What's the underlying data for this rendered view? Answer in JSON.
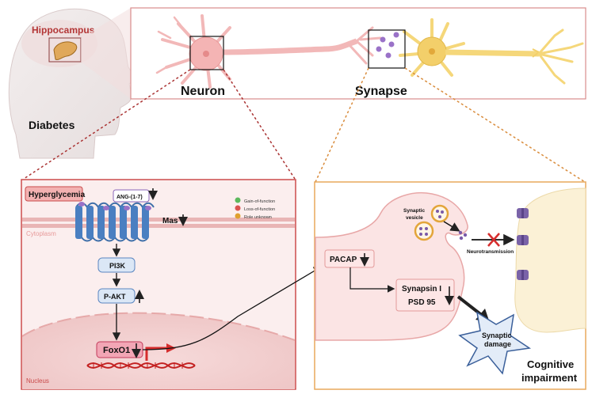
{
  "labels": {
    "hippocampus": "Hippocampus",
    "diabetes": "Diabetes",
    "neuron": "Neuron",
    "synapse": "Synapse",
    "hyperglycemia": "Hyperglycemia",
    "ang": "ANG-(1-7)",
    "mas": "Mas",
    "cytoplasm": "Cytoplasm",
    "nucleus": "Nucleus",
    "pi3k": "PI3K",
    "pakt": "P-AKT",
    "foxo1": "FoxO1",
    "pacap": "PACAP",
    "synapsin": "Synapsin I",
    "psd95": "PSD 95",
    "synaptic_vesicle_line1": "Synaptic",
    "synaptic_vesicle_line2": "vesicle",
    "neurotransmission": "Neurotransmission",
    "synaptic_damage_line1": "Synaptic",
    "synaptic_damage_line2": "damage",
    "cognitive_line1": "Cognitive",
    "cognitive_line2": "impairment"
  },
  "legend": [
    {
      "label": "Gain-of-function",
      "color": "#5cb85c"
    },
    {
      "label": "Loss-of-function",
      "color": "#d9534f"
    },
    {
      "label": "Role unknown",
      "color": "#e0a030"
    }
  ],
  "colors": {
    "neuron_pink": "#f2b8b8",
    "synapse_yellow": "#f5d77a",
    "membrane_blue": "#4a7fc1",
    "panel_border": "#d9534f",
    "right_border": "#e8a85c"
  }
}
